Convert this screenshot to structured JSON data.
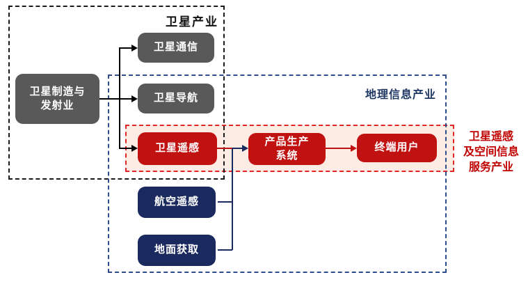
{
  "labels": {
    "satellite_industry": "卫星产业",
    "geo_info_industry": "地理信息产业",
    "service_industry": "卫星遥感\n及空间信息\n服务产业"
  },
  "nodes": {
    "manufacturing": "卫星制造与\n发射业",
    "communication": "卫星通信",
    "navigation": "卫星导航",
    "remote_sensing": "卫星遥感",
    "production_system": "产品生产\n系统",
    "end_user": "终端用户",
    "aerial_remote_sensing": "航空遥感",
    "ground_acquisition": "地面获取"
  },
  "colors": {
    "gray_node": "#595959",
    "red_node": "#c11212",
    "navy_node": "#1b2a5e",
    "pink_band_fill": "#fdece4",
    "black_dashed_border": "#1a1a1a",
    "blue_dashed_border": "#2e4d8f",
    "red_dashed_border": "#e02525",
    "red_label_text": "#c00000",
    "navy_label_text": "#1f3864",
    "node_text": "#ffffff"
  }
}
